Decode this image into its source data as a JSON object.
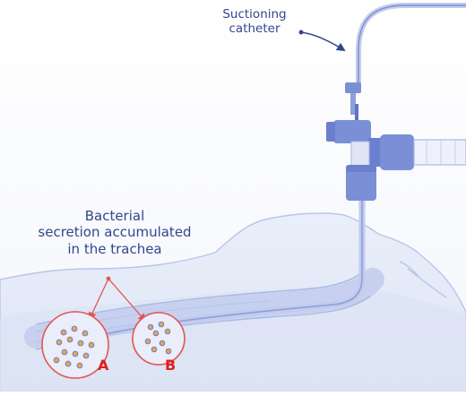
{
  "labels": {
    "catheter_line1": "Suctioning",
    "catheter_line2": "catheter",
    "secretion_line1": "Bacterial",
    "secretion_line2": "secretion accumulated",
    "secretion_line3": "in the trachea"
  },
  "markers": {
    "a": "A",
    "b": "B"
  },
  "colors": {
    "label_text": "#34468d",
    "marker_red": "#dd1f1f",
    "device_blue": "#7b8fd6",
    "body_fill": "#e6ebf8",
    "outline": "#a9b7e3",
    "secretion_dot": "#e8a54b"
  }
}
